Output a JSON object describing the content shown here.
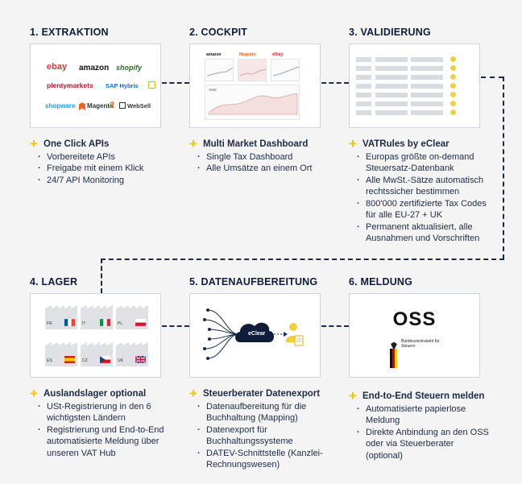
{
  "steps": [
    {
      "title": "1. EXTRAKTION",
      "heading": "One Click APIs",
      "items": [
        "Vorbereitete APIs",
        "Freigabe mit einem Klick",
        "24/7 API Monitoring"
      ]
    },
    {
      "title": "2. COCKPIT",
      "heading": "Multi Market Dashboard",
      "items": [
        "Single Tax Dashboard",
        "Alle Umsätze an einem Ort"
      ]
    },
    {
      "title": "3. VALIDIERUNG",
      "heading": "VATRules by eClear",
      "items": [
        "Europas größte on-demand Steuersatz-Datenbank",
        "Alle MwSt.-Sätze automatisch rechtssicher bestimmen",
        "800'000 zertifizierte Tax Codes  für alle EU-27 + UK",
        "Permanent aktualisiert, alle Ausnahmen und Vorschriften"
      ]
    },
    {
      "title": "4. LAGER",
      "heading": "Auslandslager optional",
      "items": [
        "USt-Registrierung in den 6 wichtigsten Ländern",
        "Registrierung und End-to-End automatisierte Meldung über unseren VAT Hub"
      ]
    },
    {
      "title": "5. DATENAUFBEREITUNG",
      "heading": "Steuerberater Datenexport",
      "items": [
        "Datenaufbereitung für die Buchhaltung (Mapping)",
        "Datenexport für Buchhaltungssysteme",
        "DATEV-Schnittstelle (Kanzlei-Rechnungswesen)"
      ]
    },
    {
      "title": "6. MELDUNG",
      "heading": "End-to-End Steuern melden",
      "items": [
        "Automatisierte papierlose Meldung",
        "Direkte Anbindung an den OSS oder via Steuerberater (optional)"
      ]
    }
  ],
  "logos": {
    "ebay": "ebay",
    "amazon": "amazon",
    "shopify": "shopify",
    "plentymarkets": "plentymarkets",
    "sap": "SAP Hybris",
    "shopware": "shopware",
    "magento": "Magento",
    "magento_num": "2",
    "websell": "WebSell"
  },
  "cockpit": {
    "amazon": "amazon",
    "magento": "Magento",
    "ebay": "ebay",
    "total": "Total"
  },
  "warehouses": [
    {
      "code": "FR",
      "flag": "fr"
    },
    {
      "code": "IT",
      "flag": "it"
    },
    {
      "code": "PL",
      "flag": "pl"
    },
    {
      "code": "ES",
      "flag": "es"
    },
    {
      "code": "CZ",
      "flag": "cz"
    },
    {
      "code": "UK",
      "flag": "uk"
    }
  ],
  "datacard": {
    "cloud_label": "eClear"
  },
  "oss": {
    "title": "OSS",
    "authority": "Bundeszentralamt für Steuern"
  },
  "colors": {
    "accent": "#f5c400",
    "navy": "#0f1d3a",
    "dash": "#1b2a4a"
  }
}
